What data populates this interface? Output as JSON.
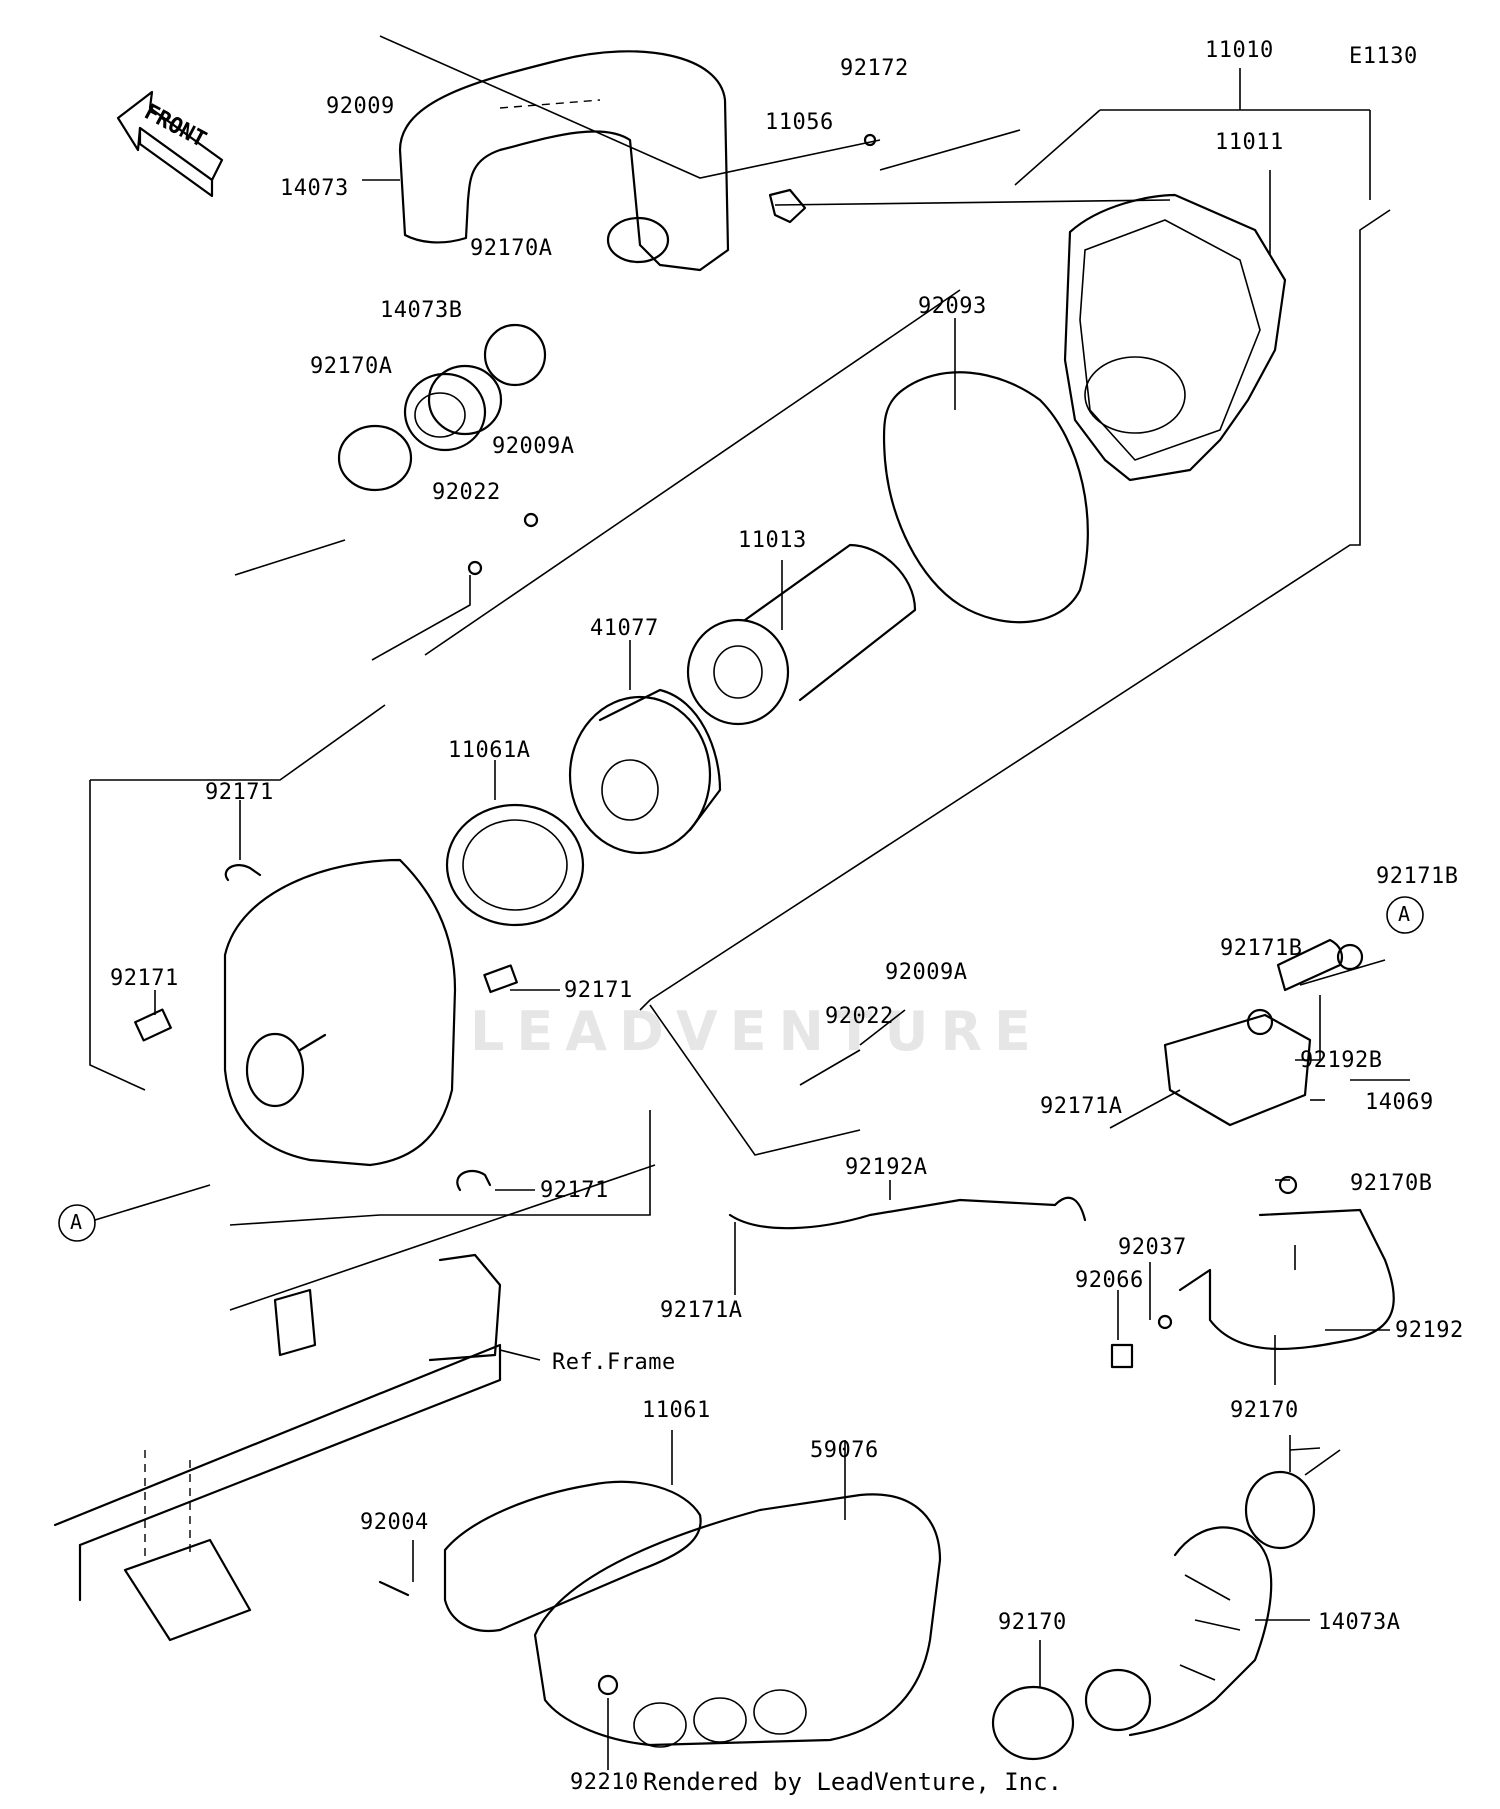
{
  "diagram_code": "E1130",
  "footer": "Rendered by LeadVenture, Inc.",
  "watermark": "LEADVENTURE",
  "front_label": "FRONT",
  "callout_a": "A",
  "labels": {
    "p92009": "92009",
    "p14073": "14073",
    "p92170A_1": "92170A",
    "p14073B": "14073B",
    "p92170A_2": "92170A",
    "p92009A_1": "92009A",
    "p92022_1": "92022",
    "p92172": "92172",
    "p11056": "11056",
    "p11010": "11010",
    "p11011": "11011",
    "p92093": "92093",
    "p11013": "11013",
    "p41077": "41077",
    "p11061A": "11061A",
    "p92171_1": "92171",
    "p92171_2": "92171",
    "p92171_3": "92171",
    "p92171_4": "92171",
    "p92171B_1": "92171B",
    "p92171B_2": "92171B",
    "p92192B": "92192B",
    "p14069": "14069",
    "p92009A_2": "92009A",
    "p92022_2": "92022",
    "p92171A_1": "92171A",
    "p92170B": "92170B",
    "p92192A": "92192A",
    "p92171A_2": "92171A",
    "p92037": "92037",
    "p92066": "92066",
    "p92192": "92192",
    "ref_frame": "Ref.Frame",
    "p11061": "11061",
    "p59076": "59076",
    "p92004": "92004",
    "p92170_1": "92170",
    "p92170_2": "92170",
    "p14073A": "14073A",
    "p92210": "92210"
  }
}
